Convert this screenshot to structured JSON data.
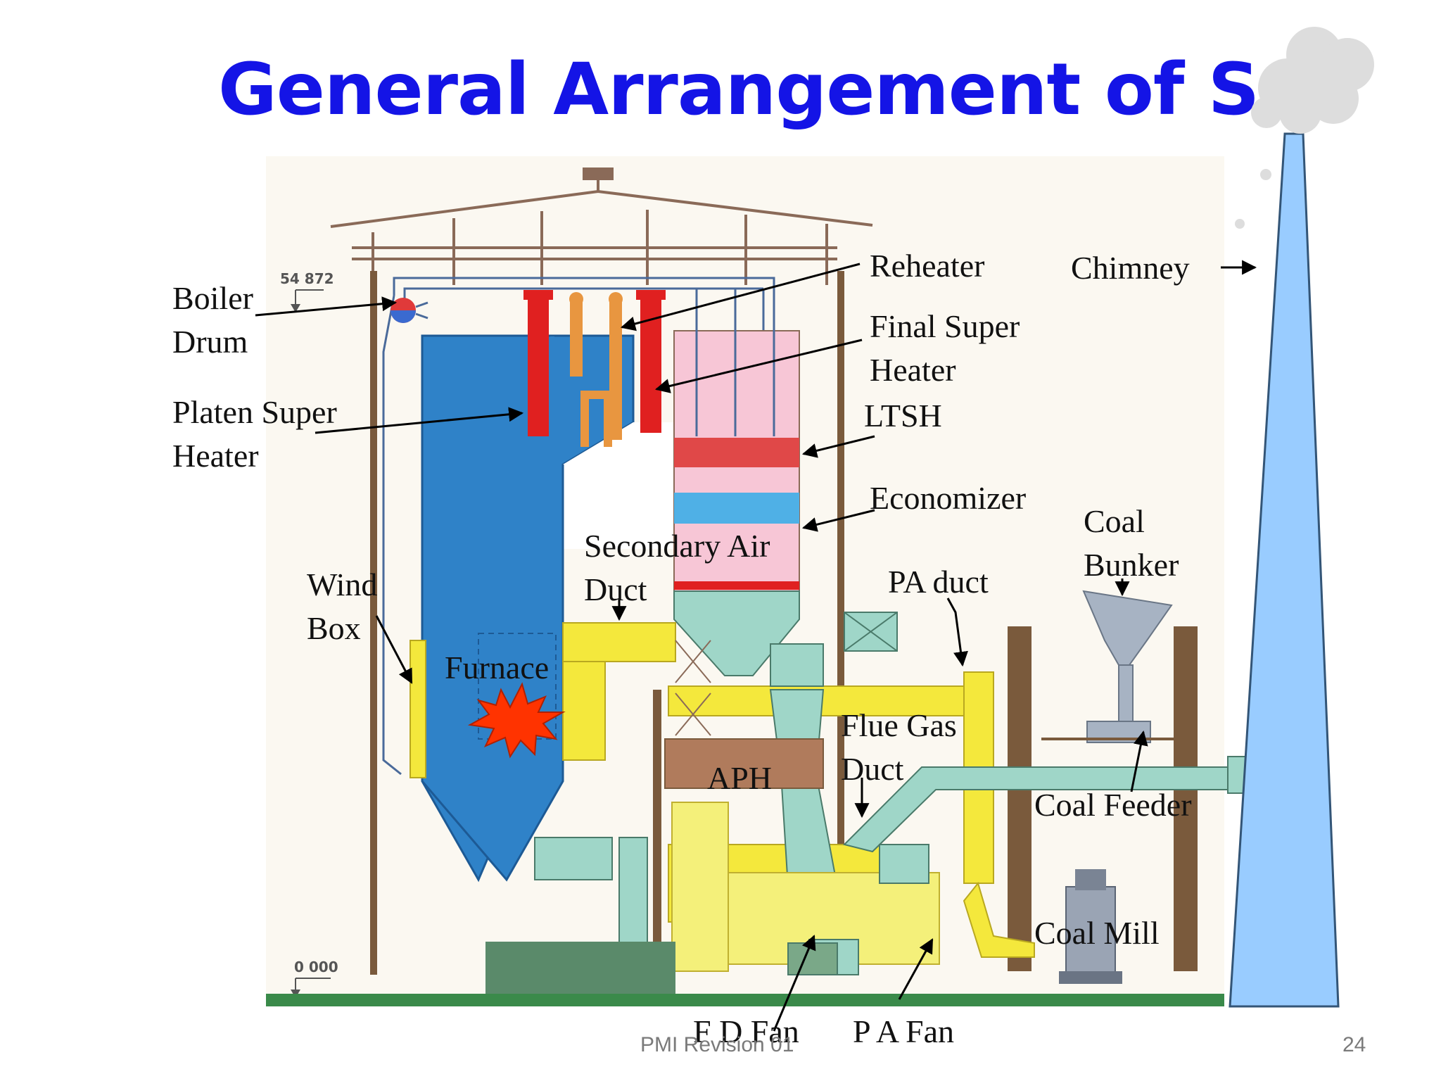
{
  "slide": {
    "title": "General Arrangement of SG",
    "footer_text": "PMI Revision 01",
    "page_number": "24"
  },
  "diagram": {
    "elevation_top": "54 872",
    "elevation_bottom": "0 000",
    "labels": {
      "boiler_drum": [
        "Boiler",
        "Drum"
      ],
      "platen_super_heater": [
        "Platen Super",
        "Heater"
      ],
      "wind_box": [
        "Wind",
        "Box"
      ],
      "furnace": "Furnace",
      "secondary_air_duct": [
        "Secondary Air",
        "Duct"
      ],
      "reheater": "Reheater",
      "final_super_heater": [
        "Final Super",
        "Heater"
      ],
      "ltsh": "LTSH",
      "economizer": "Economizer",
      "pa_duct": "PA duct",
      "aph": "APH",
      "flue_gas_duct": [
        "Flue Gas",
        "Duct"
      ],
      "fd_fan": "F D Fan",
      "pa_fan": "P A Fan",
      "coal_bunker": [
        "Coal",
        "Bunker"
      ],
      "coal_feeder": "Coal Feeder",
      "coal_mill": "Coal Mill",
      "chimney": "Chimney"
    }
  },
  "colors": {
    "title": "#1414e6",
    "furnace": "#2f82c8",
    "superheater_red": "#e02020",
    "reheater_orange": "#e89640",
    "backpass_pink": "#f7c6d6",
    "economizer_blue": "#4fb0e6",
    "duct_yellow": "#f4e83c",
    "duct_green": "#9fd6c8",
    "aph_brown": "#b07b5c",
    "chimney": "#99ccff",
    "flame": "#ff3300",
    "structure_brown": "#7a5a3c",
    "ground_green": "#3a8a4a"
  }
}
